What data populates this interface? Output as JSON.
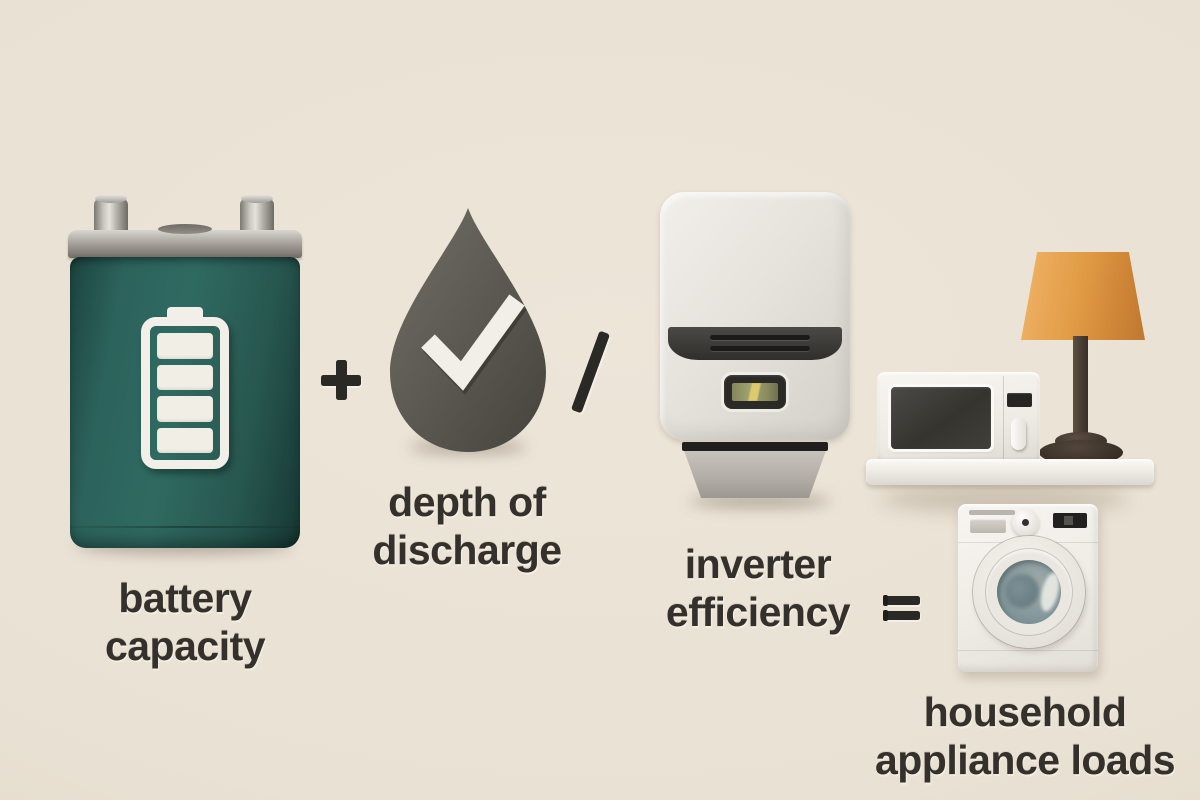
{
  "illustration": {
    "type": "battery-storage-sizing-formula",
    "background_color": "#E9E1D3",
    "text_color": "#34302B"
  },
  "formula": {
    "terms": [
      {
        "id": "battery-capacity",
        "lines": [
          "battery",
          "capacity"
        ],
        "icon": "battery-illustration"
      },
      {
        "id": "depth-of-discharge",
        "lines": [
          "depth of",
          "discharge"
        ],
        "icon": "water-drop-check-illustration"
      },
      {
        "id": "inverter-efficiency",
        "lines": [
          "inverter",
          "efficiency"
        ],
        "icon": "inverter-illustration"
      },
      {
        "id": "household-appliance-loads",
        "lines": [
          "household",
          "appliance loads"
        ],
        "icon": "appliances-illustration"
      }
    ],
    "operators": [
      {
        "name": "plus",
        "glyph": "+"
      },
      {
        "name": "divide",
        "glyph": "/"
      },
      {
        "name": "equals",
        "glyph": "="
      }
    ]
  },
  "icons": [
    "battery-illustration",
    "battery-level-icon",
    "water-drop-icon",
    "checkmark-icon",
    "inverter-illustration",
    "microwave-illustration",
    "lamp-illustration",
    "shelf",
    "washing-machine-illustration"
  ],
  "colors": {
    "battery_teal": "#2A5F59",
    "battery_cap_silver": "#B1ADA6",
    "battery_icon_white": "#F2EFE8",
    "drop_gray": "#5C5952",
    "checkmark_white": "#F2EFE8",
    "operator_dark": "#2B2925",
    "inverter_body": "#E6E3DD",
    "inverter_band": "#3B3936",
    "inverter_screen_green": "#9FA06D",
    "lamp_shade_orange": "#DD9542",
    "lamp_base_brown": "#42372F",
    "appliance_white": "#F2EFE9",
    "washer_drum_blue_gray": "#7E9296",
    "shelf_white": "#F3F1EB"
  }
}
